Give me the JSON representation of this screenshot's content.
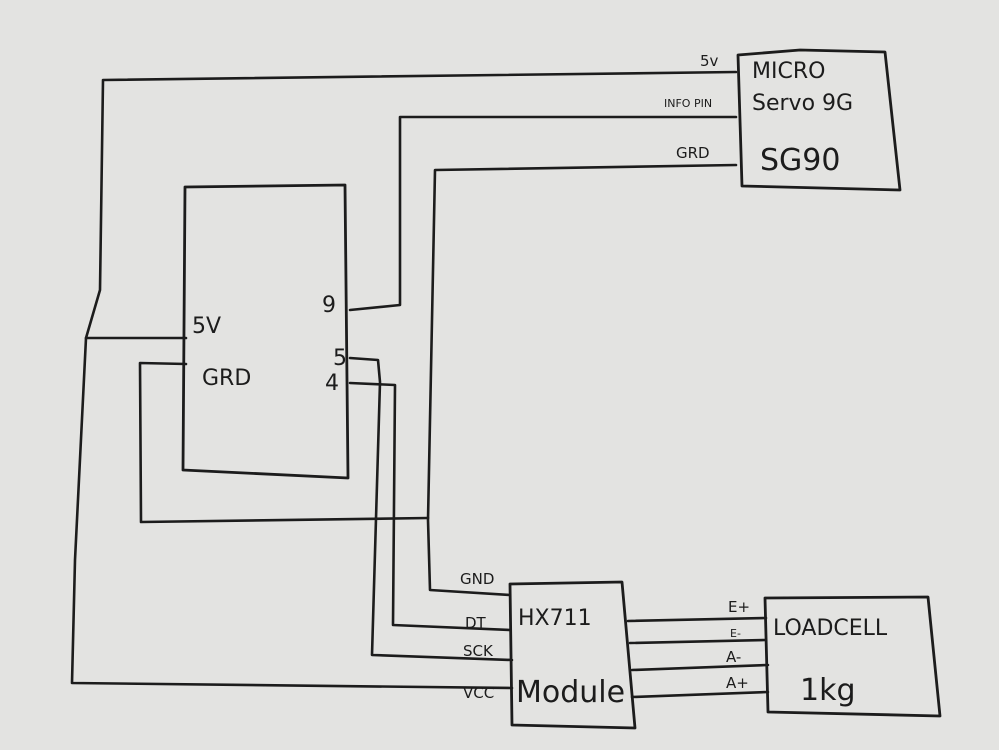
{
  "servo": {
    "line1": "MICRO",
    "line2": "Servo 9G",
    "line3": "SG90",
    "pins": {
      "v5": "5v",
      "info": "INFO PIN",
      "gnd": "GRD"
    }
  },
  "arduino": {
    "pins": {
      "v5": "5V",
      "gnd": "GRD",
      "p9": "9",
      "p5": "5",
      "p4": "4"
    }
  },
  "hx711": {
    "line1": "HX711",
    "line2": "Module",
    "pins": {
      "gnd": "GND",
      "dt": "DT",
      "sck": "SCK",
      "vcc": "VCC"
    }
  },
  "loadcell": {
    "line1": "LOADCELL",
    "line2": "1kg",
    "pins": {
      "ep": "E+",
      "en": "E-",
      "an": "A-",
      "ap": "A+"
    }
  }
}
